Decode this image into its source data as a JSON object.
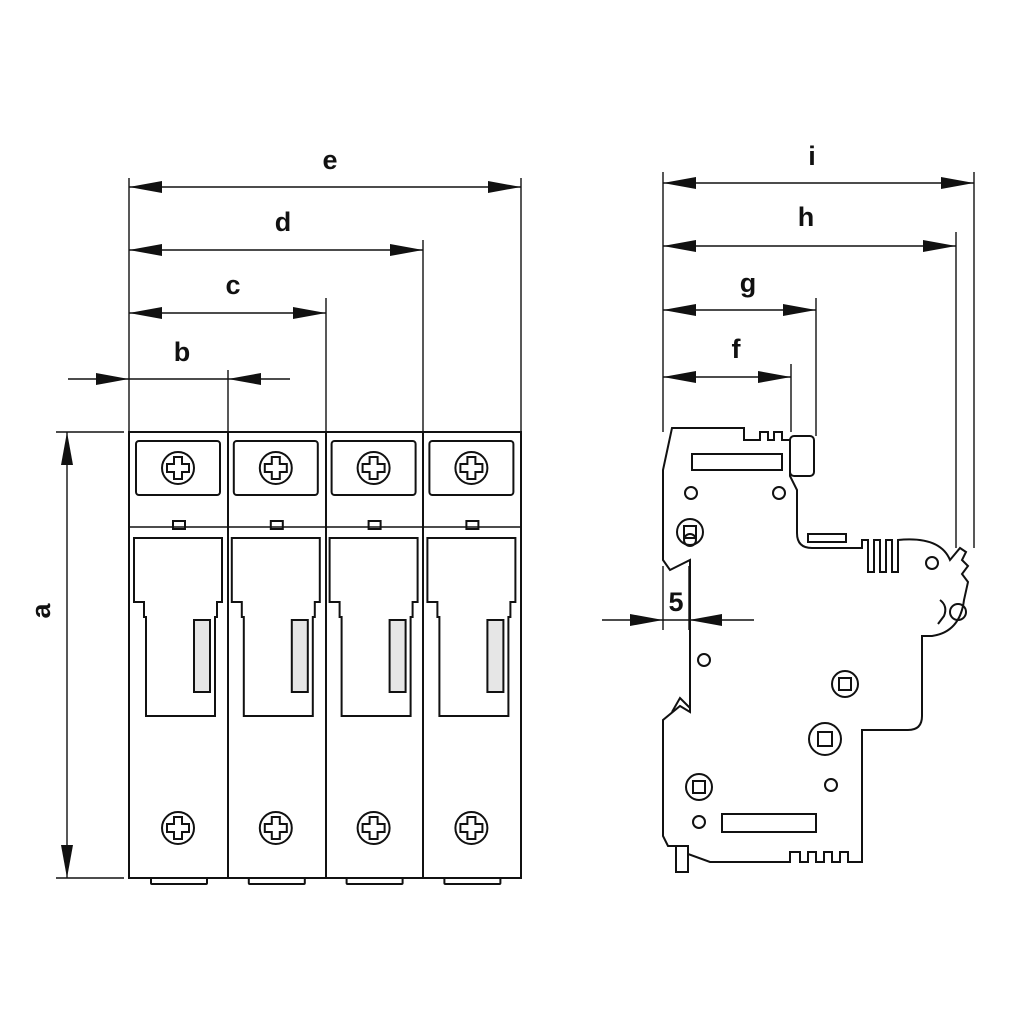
{
  "diagram": {
    "front_view": {
      "dimension_labels": {
        "a": "a",
        "b": "b",
        "c": "c",
        "d": "d",
        "e": "e"
      },
      "pole_count": 4
    },
    "side_view": {
      "dimension_labels": {
        "f": "f",
        "g": "g",
        "h": "h",
        "i": "i",
        "offset": "5"
      }
    },
    "colors": {
      "line": "#111111",
      "indicator_fill": "#e6e6e6",
      "background": "#ffffff"
    }
  }
}
